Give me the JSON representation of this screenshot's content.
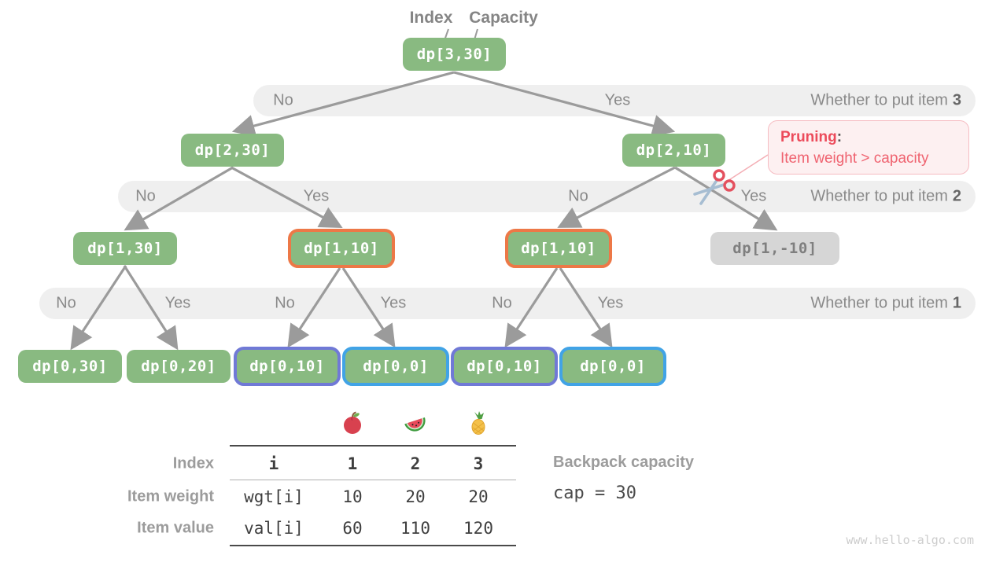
{
  "header_pointers": {
    "index": "Index",
    "capacity": "Capacity"
  },
  "nodes": [
    {
      "label": "dp[3,30]"
    },
    {
      "label": "dp[2,30]"
    },
    {
      "label": "dp[2,10]"
    },
    {
      "label": "dp[1,30]"
    },
    {
      "label": "dp[1,10]",
      "highlight": "orange"
    },
    {
      "label": "dp[1,10]",
      "highlight": "orange"
    },
    {
      "label": "dp[1,-10]",
      "state": "pruned"
    },
    {
      "label": "dp[0,30]"
    },
    {
      "label": "dp[0,20]"
    },
    {
      "label": "dp[0,10]",
      "highlight": "purple"
    },
    {
      "label": "dp[0,0]",
      "highlight": "blue"
    },
    {
      "label": "dp[0,10]",
      "highlight": "purple"
    },
    {
      "label": "dp[0,0]",
      "highlight": "blue"
    }
  ],
  "bands": [
    {
      "prefix": "Whether to put item",
      "item": "3",
      "choices": [
        "No",
        "Yes"
      ]
    },
    {
      "prefix": "Whether to put item",
      "item": "2",
      "choices": [
        "No",
        "Yes",
        "No",
        "Yes"
      ]
    },
    {
      "prefix": "Whether to put item",
      "item": "1",
      "choices": [
        "No",
        "Yes",
        "No",
        "Yes",
        "No",
        "Yes"
      ]
    }
  ],
  "pruning": {
    "title": "Pruning",
    "colon": ":",
    "detail": "Item weight > capacity"
  },
  "table": {
    "fruits": [
      "apple",
      "watermelon",
      "pineapple"
    ],
    "row_labels": [
      "Index",
      "Item weight",
      "Item value"
    ],
    "header": [
      "i",
      "1",
      "2",
      "3"
    ],
    "weights": [
      "wgt[i]",
      "10",
      "20",
      "20"
    ],
    "values": [
      "val[i]",
      "60",
      "110",
      "120"
    ]
  },
  "backpack": {
    "label": "Backpack capacity",
    "value": "cap = 30"
  },
  "watermark": "www.hello-algo.com",
  "colors": {
    "node_green": "#89ba81",
    "node_gray": "#d6d6d6",
    "highlight_orange": "#ed7847",
    "highlight_purple": "#7079d6",
    "highlight_blue": "#41a3e6",
    "band_bg": "#efefef",
    "pruning_red": "#ec4b5b",
    "edge_gray": "#9b9b9b"
  }
}
